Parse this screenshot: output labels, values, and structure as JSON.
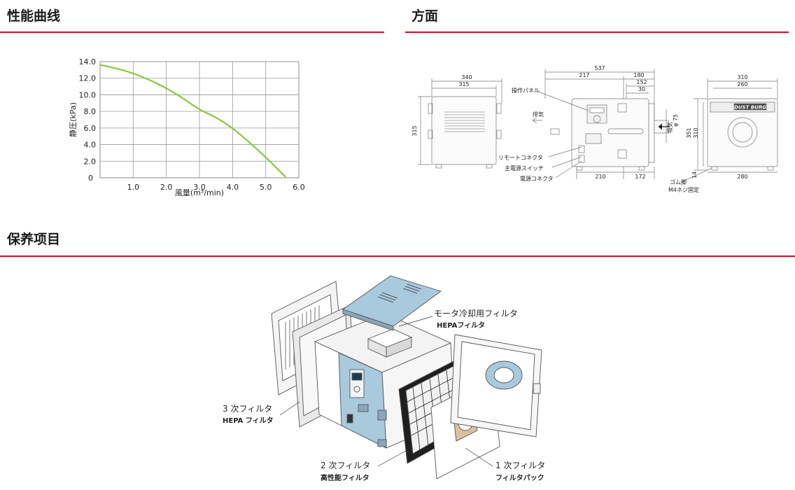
{
  "sections": {
    "performance": {
      "title": "性能曲线"
    },
    "dimensions": {
      "title": "方面"
    },
    "maintenance": {
      "title": "保养项目"
    }
  },
  "colors": {
    "accent_rule": "#c8102e",
    "curve": "#8dc63f",
    "grid": "#888888",
    "unit_blue": "#a9c9dd"
  },
  "chart_data": {
    "type": "line",
    "title": "",
    "xlabel": "風量(m³/min)",
    "ylabel": "静圧(kPa)",
    "xlim": [
      0,
      6.0
    ],
    "ylim": [
      0,
      14.0
    ],
    "x_ticks": [
      "0",
      "1.0",
      "2.0",
      "3.0",
      "4.0",
      "5.0",
      "6.0"
    ],
    "y_ticks": [
      "2.0",
      "4.0",
      "6.0",
      "8.0",
      "10.0",
      "12.0",
      "14.0"
    ],
    "grid": true,
    "series": [
      {
        "x": [
          0,
          0.5,
          1.0,
          1.5,
          2.0,
          2.5,
          3.0,
          3.5,
          4.0,
          4.5,
          5.0,
          5.6
        ],
        "y": [
          13.6,
          13.2,
          12.6,
          11.8,
          10.8,
          9.6,
          8.2,
          7.3,
          6.0,
          4.3,
          2.5,
          0.1
        ]
      }
    ]
  },
  "dimension_drawing": {
    "dims": {
      "d537": "537",
      "d340": "340",
      "d315w": "315",
      "d217": "217",
      "d180": "180",
      "d152": "152",
      "d30": "30",
      "d310": "310",
      "d260": "260",
      "d315h": "315",
      "d351": "351",
      "d310h": "310",
      "d210": "210",
      "d172": "172",
      "d280": "280",
      "d14": "14",
      "phi75": "φ 75"
    },
    "callouts": {
      "panel": "操作パネル",
      "exhaust": "排気",
      "intake": "吸気",
      "remote": "リモートコネクタ",
      "main_switch": "主電源スイッチ",
      "power": "電源コネクタ",
      "rubber_foot": "ゴム脚",
      "m4": "M4ネジ固定"
    },
    "logo_text": "DUST BURG"
  },
  "maintenance_labels": {
    "motor_filter": "モータ冷却用フィルタ",
    "hepa_top": "HEPAフィルタ",
    "third_title": "3 次フィルタ",
    "third_sub": "HEPA フィルタ",
    "second_title": "2 次フィルタ",
    "second_sub": "高性能フィルタ",
    "first_title": "1 次フィルタ",
    "first_sub": "フィルタパック"
  }
}
